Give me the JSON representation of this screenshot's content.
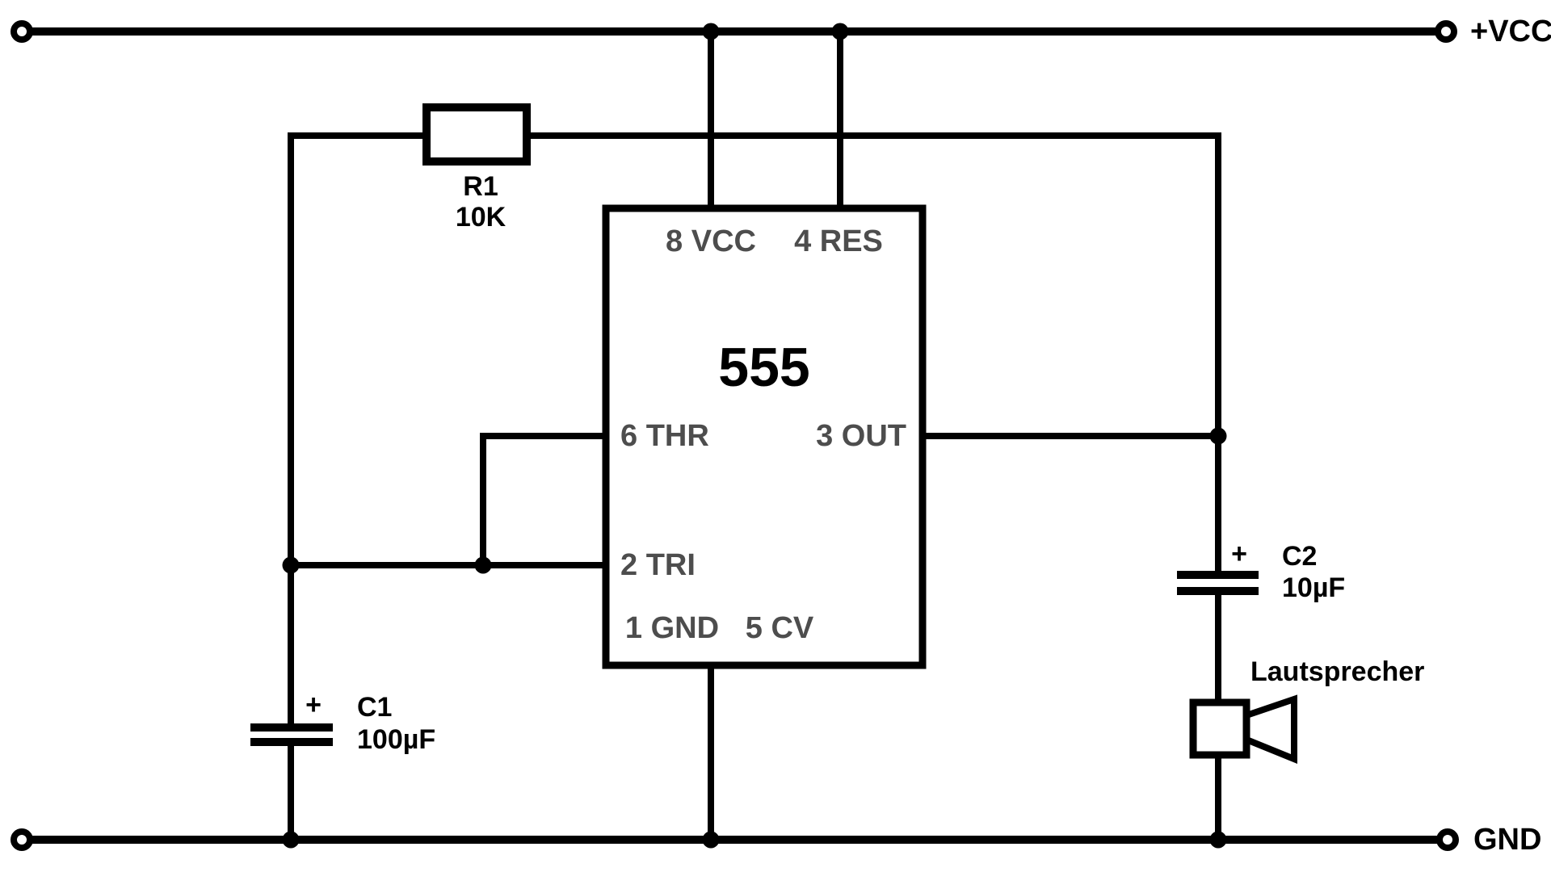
{
  "power_rails": {
    "vcc_label": "+VCC",
    "gnd_label": "GND"
  },
  "ic": {
    "name": "555",
    "pins": {
      "p8": "8 VCC",
      "p4": "4 RES",
      "p6": "6 THR",
      "p3": "3 OUT",
      "p2": "2 TRI",
      "p1": "1 GND",
      "p5": "5 CV"
    }
  },
  "components": {
    "r1": {
      "ref": "R1",
      "value": "10K"
    },
    "c1": {
      "ref": "C1",
      "value": "100µF",
      "polarity": "+"
    },
    "c2": {
      "ref": "C2",
      "value": "10µF",
      "polarity": "+"
    },
    "speaker": {
      "label": "Lautsprecher"
    }
  },
  "colors": {
    "wire": "#000000",
    "pin_label": "#4d4d4d",
    "background": "#ffffff"
  }
}
